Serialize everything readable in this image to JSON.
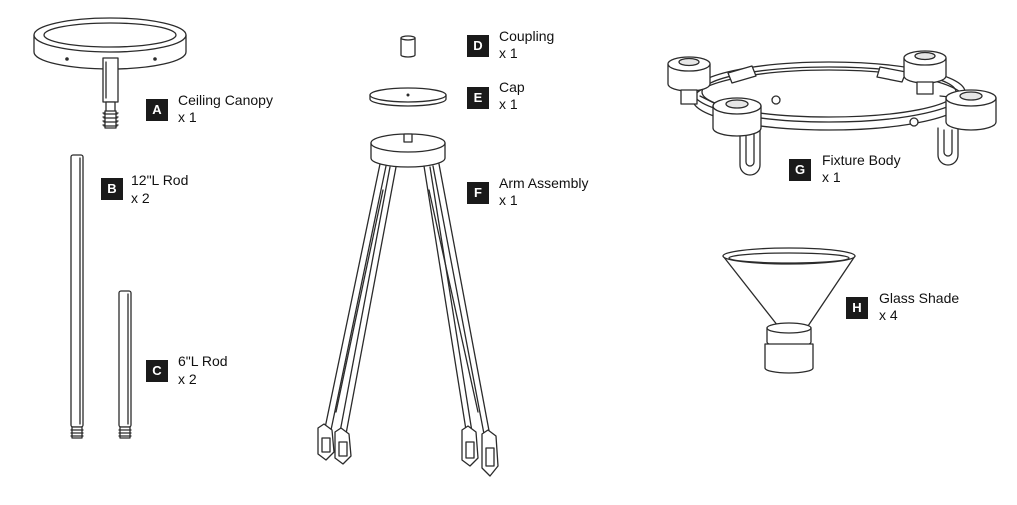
{
  "parts": [
    {
      "letter": "A",
      "name": "Ceiling Canopy",
      "qty": "x 1",
      "icon": "ceiling-canopy-icon"
    },
    {
      "letter": "B",
      "name": "12\"L Rod",
      "qty": "x 2",
      "icon": "rod-12-icon"
    },
    {
      "letter": "C",
      "name": "6\"L Rod",
      "qty": "x 2",
      "icon": "rod-6-icon"
    },
    {
      "letter": "D",
      "name": "Coupling",
      "qty": "x 1",
      "icon": "coupling-icon"
    },
    {
      "letter": "E",
      "name": "Cap",
      "qty": "x 1",
      "icon": "cap-icon"
    },
    {
      "letter": "F",
      "name": "Arm Assembly",
      "qty": "x 1",
      "icon": "arm-assembly-icon"
    },
    {
      "letter": "G",
      "name": "Fixture Body",
      "qty": "x 1",
      "icon": "fixture-body-icon"
    },
    {
      "letter": "H",
      "name": "Glass Shade",
      "qty": "x 4",
      "icon": "glass-shade-icon"
    }
  ],
  "colors": {
    "ink": "#2b2b2b",
    "badge": "#1a1a1a",
    "badge_text": "#ffffff"
  }
}
